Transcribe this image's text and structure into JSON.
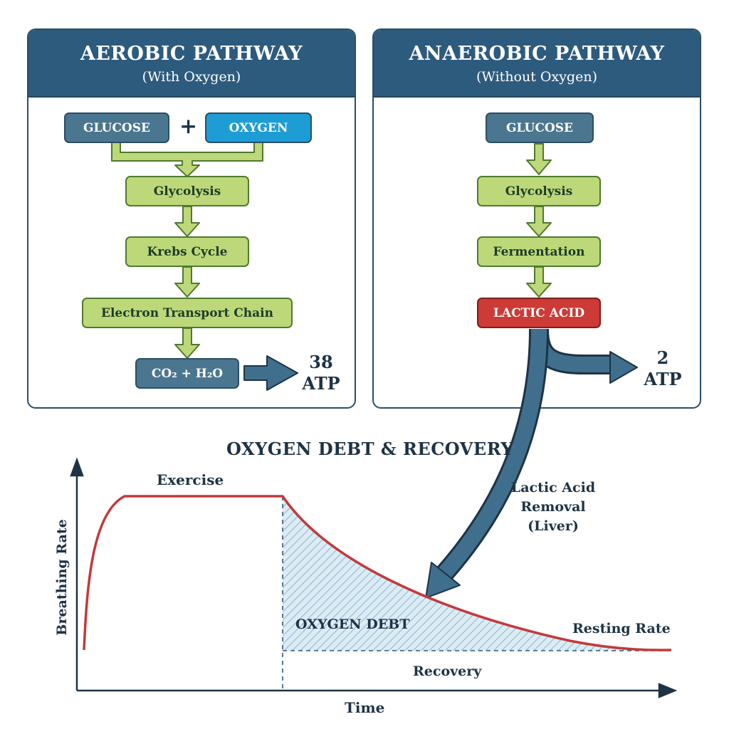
{
  "aerobic": {
    "title": "AEROBIC PATHWAY",
    "subtitle": "(With Oxygen)",
    "glucose": "GLUCOSE",
    "plus": "+",
    "oxygen": "OXYGEN",
    "step1": "Glycolysis",
    "step2": "Krebs Cycle",
    "step3": "Electron Transport Chain",
    "product": "CO₂ + H₂O",
    "atp_value": "38",
    "atp_unit": "ATP"
  },
  "anaerobic": {
    "title": "ANAEROBIC PATHWAY",
    "subtitle": "(Without Oxygen)",
    "glucose": "GLUCOSE",
    "step1": "Glycolysis",
    "step2": "Fermentation",
    "product": "LACTIC ACID",
    "atp_value": "2",
    "atp_unit": "ATP"
  },
  "graph": {
    "title": "OXYGEN DEBT & RECOVERY",
    "exercise_label": "Exercise",
    "removal_line1": "Lactic Acid",
    "removal_line2": "Removal",
    "removal_line3": "(Liver)",
    "debt_label": "OXYGEN DEBT",
    "resting_label": "Resting Rate",
    "recovery_label": "Recovery",
    "ylabel": "Breathing Rate",
    "xlabel": "Time"
  },
  "colors": {
    "navy": "#2d5b7e",
    "green": "#bcd879",
    "red": "#cc3b36",
    "blue": "#1e9dd4"
  }
}
